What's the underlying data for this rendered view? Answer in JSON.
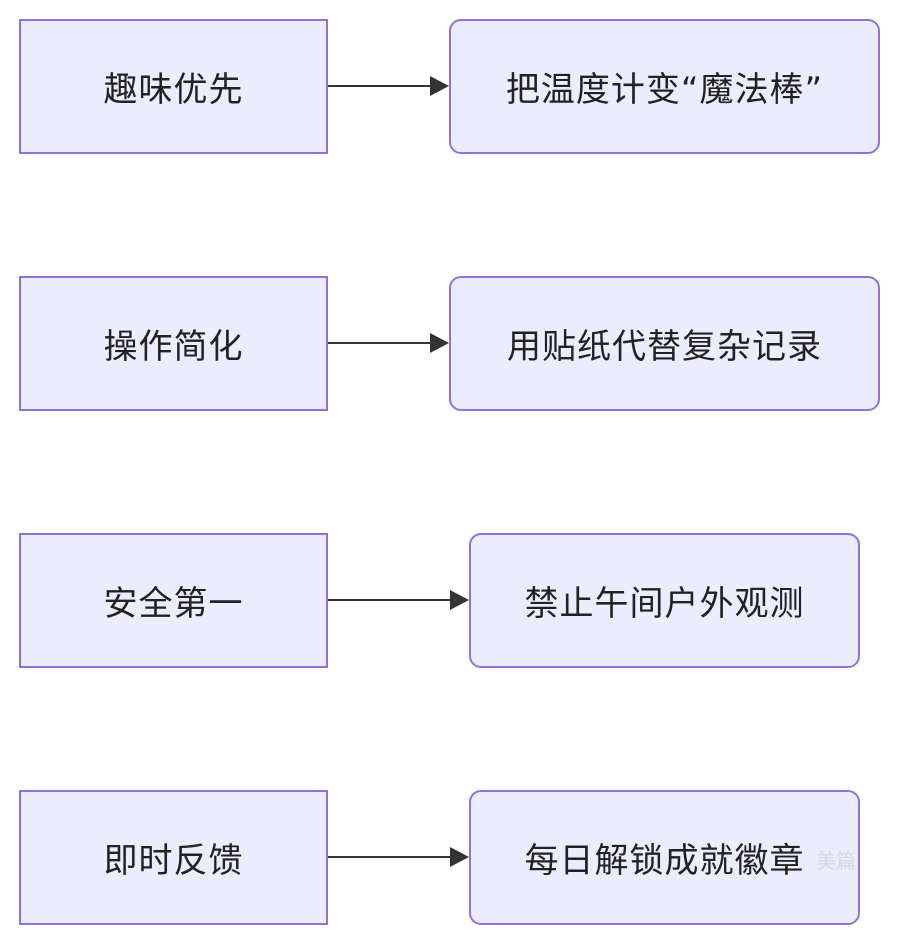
{
  "diagram": {
    "rows": [
      {
        "principle": "趣味优先",
        "practice": "把温度计变“魔法棒”"
      },
      {
        "principle": "操作简化",
        "practice": "用贴纸代替复杂记录"
      },
      {
        "principle": "安全第一",
        "practice": "禁止午间户外观测"
      },
      {
        "principle": "即时反馈",
        "practice": "每日解锁成就徽章"
      }
    ]
  },
  "watermark": {
    "brand": "美篇"
  },
  "colors": {
    "node_fill": "#ececff",
    "node_border": "#9370db",
    "edge": "#333333",
    "text": "#222222"
  }
}
